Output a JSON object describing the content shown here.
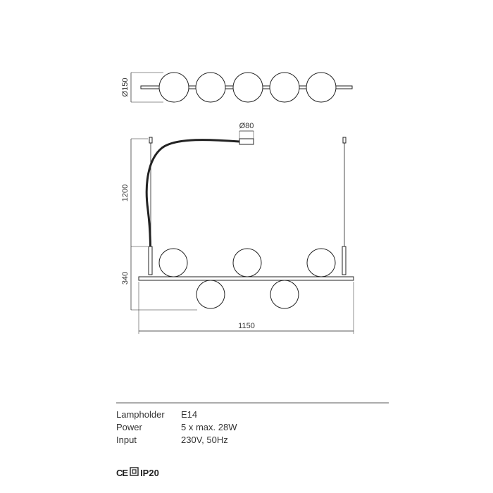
{
  "dimensions": {
    "top_view_diameter": "Ø150",
    "cable_diameter": "Ø80",
    "suspension_height": "1200",
    "body_height": "340",
    "length": "1150"
  },
  "specs": [
    {
      "label": "Lampholder",
      "value": "E14"
    },
    {
      "label": "Power",
      "value": "5 x max. 28W"
    },
    {
      "label": "Input",
      "value": "230V, 50Hz"
    }
  ],
  "certifications": {
    "ce": "CE",
    "class_icon": "class-ii-icon",
    "ip": "IP20"
  }
}
